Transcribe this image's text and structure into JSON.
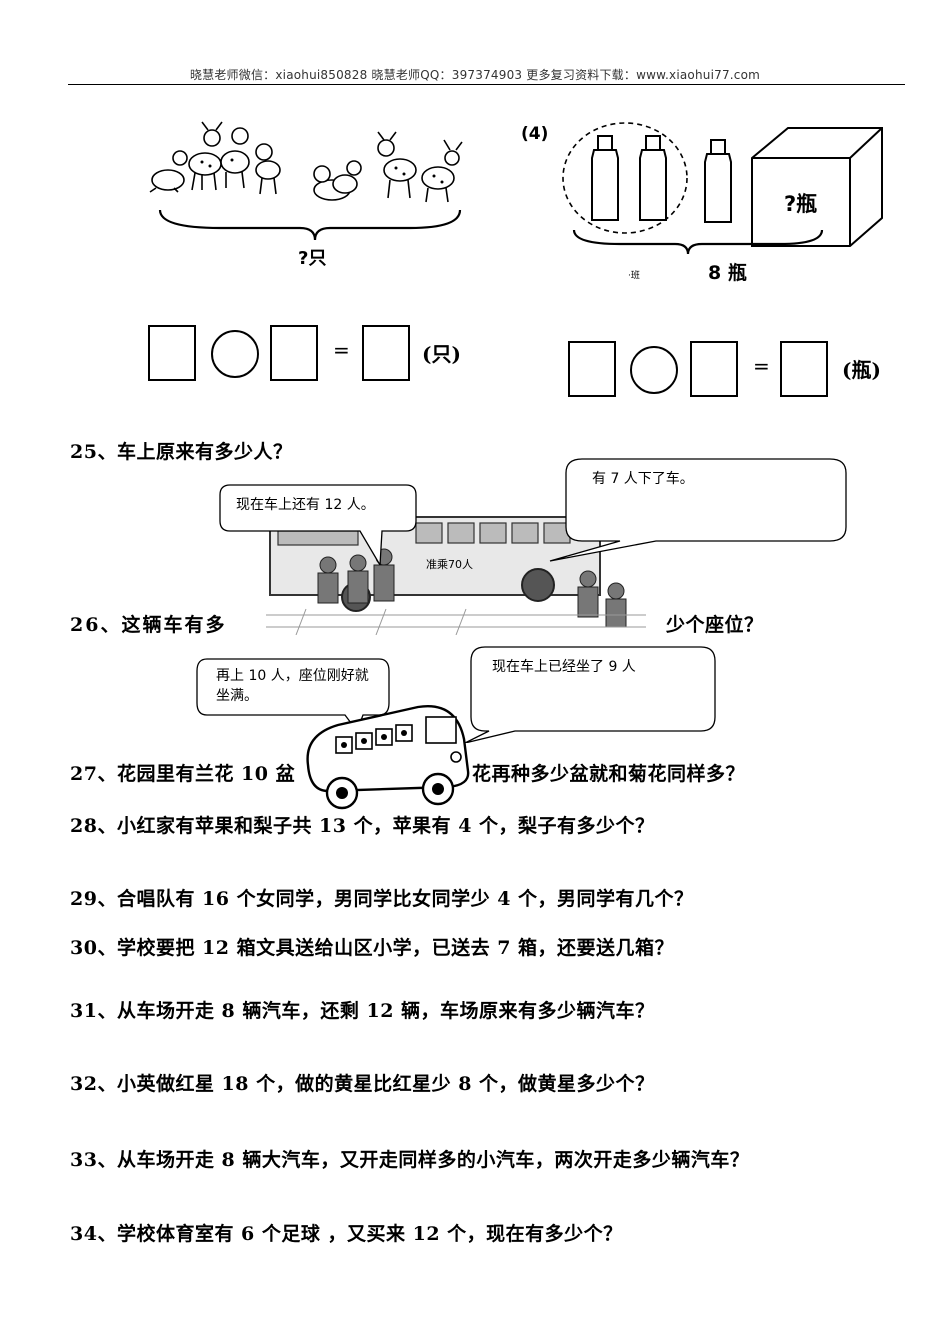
{
  "header": {
    "text": "晓慧老师微信：xiaohui850828 晓慧老师QQ：397374903 更多复习资料下载：www.xiaohui77.com"
  },
  "problem_deer": {
    "brace_label": "?只",
    "equation": {
      "equals": "=",
      "unit": "(只)"
    }
  },
  "problem_bottles": {
    "number": "(4)",
    "box_label": "?瓶",
    "brace_label": "8 瓶",
    "small_mark": "·班",
    "equation": {
      "equals": "=",
      "unit": "(瓶)"
    }
  },
  "questions": {
    "q25": "25、车上原来有多少人？",
    "q26_left": "26、这辆车有多",
    "q26_right": "少个座位？",
    "q27_left": "27、花园里有兰花 10 盆",
    "q27_right": "花再种多少盆就和菊花同样多？",
    "q28": "28、小红家有苹果和梨子共 13 个，苹果有 4 个，梨子有多少个？",
    "q29": "29、合唱队有 16 个女同学，男同学比女同学少 4 个，男同学有几个？",
    "q30": "30、学校要把 12 箱文具送给山区小学，已送去 7 箱，还要送几箱？",
    "q31": "31、从车场开走 8 辆汽车，还剩 12 辆，车场原来有多少辆汽车？",
    "q32": "32、小英做红星 18 个，做的黄星比红星少 8 个，做黄星多少个？",
    "q33": "33、从车场开走 8 辆大汽车，又开走同样多的小汽车，两次开走多少辆汽车？",
    "q34": "34、学校体育室有 6 个足球 ，又买来 12 个，现在有多少个？"
  },
  "bubbles": {
    "b25_left": "现在车上还有 12 人。",
    "b25_right": "有 7 人下了车。",
    "bus_sign": "准乘70人",
    "b26_left": "再上 10 人，座位刚好就坐满。",
    "b26_right": "现在车上已经坐了 9 人"
  }
}
